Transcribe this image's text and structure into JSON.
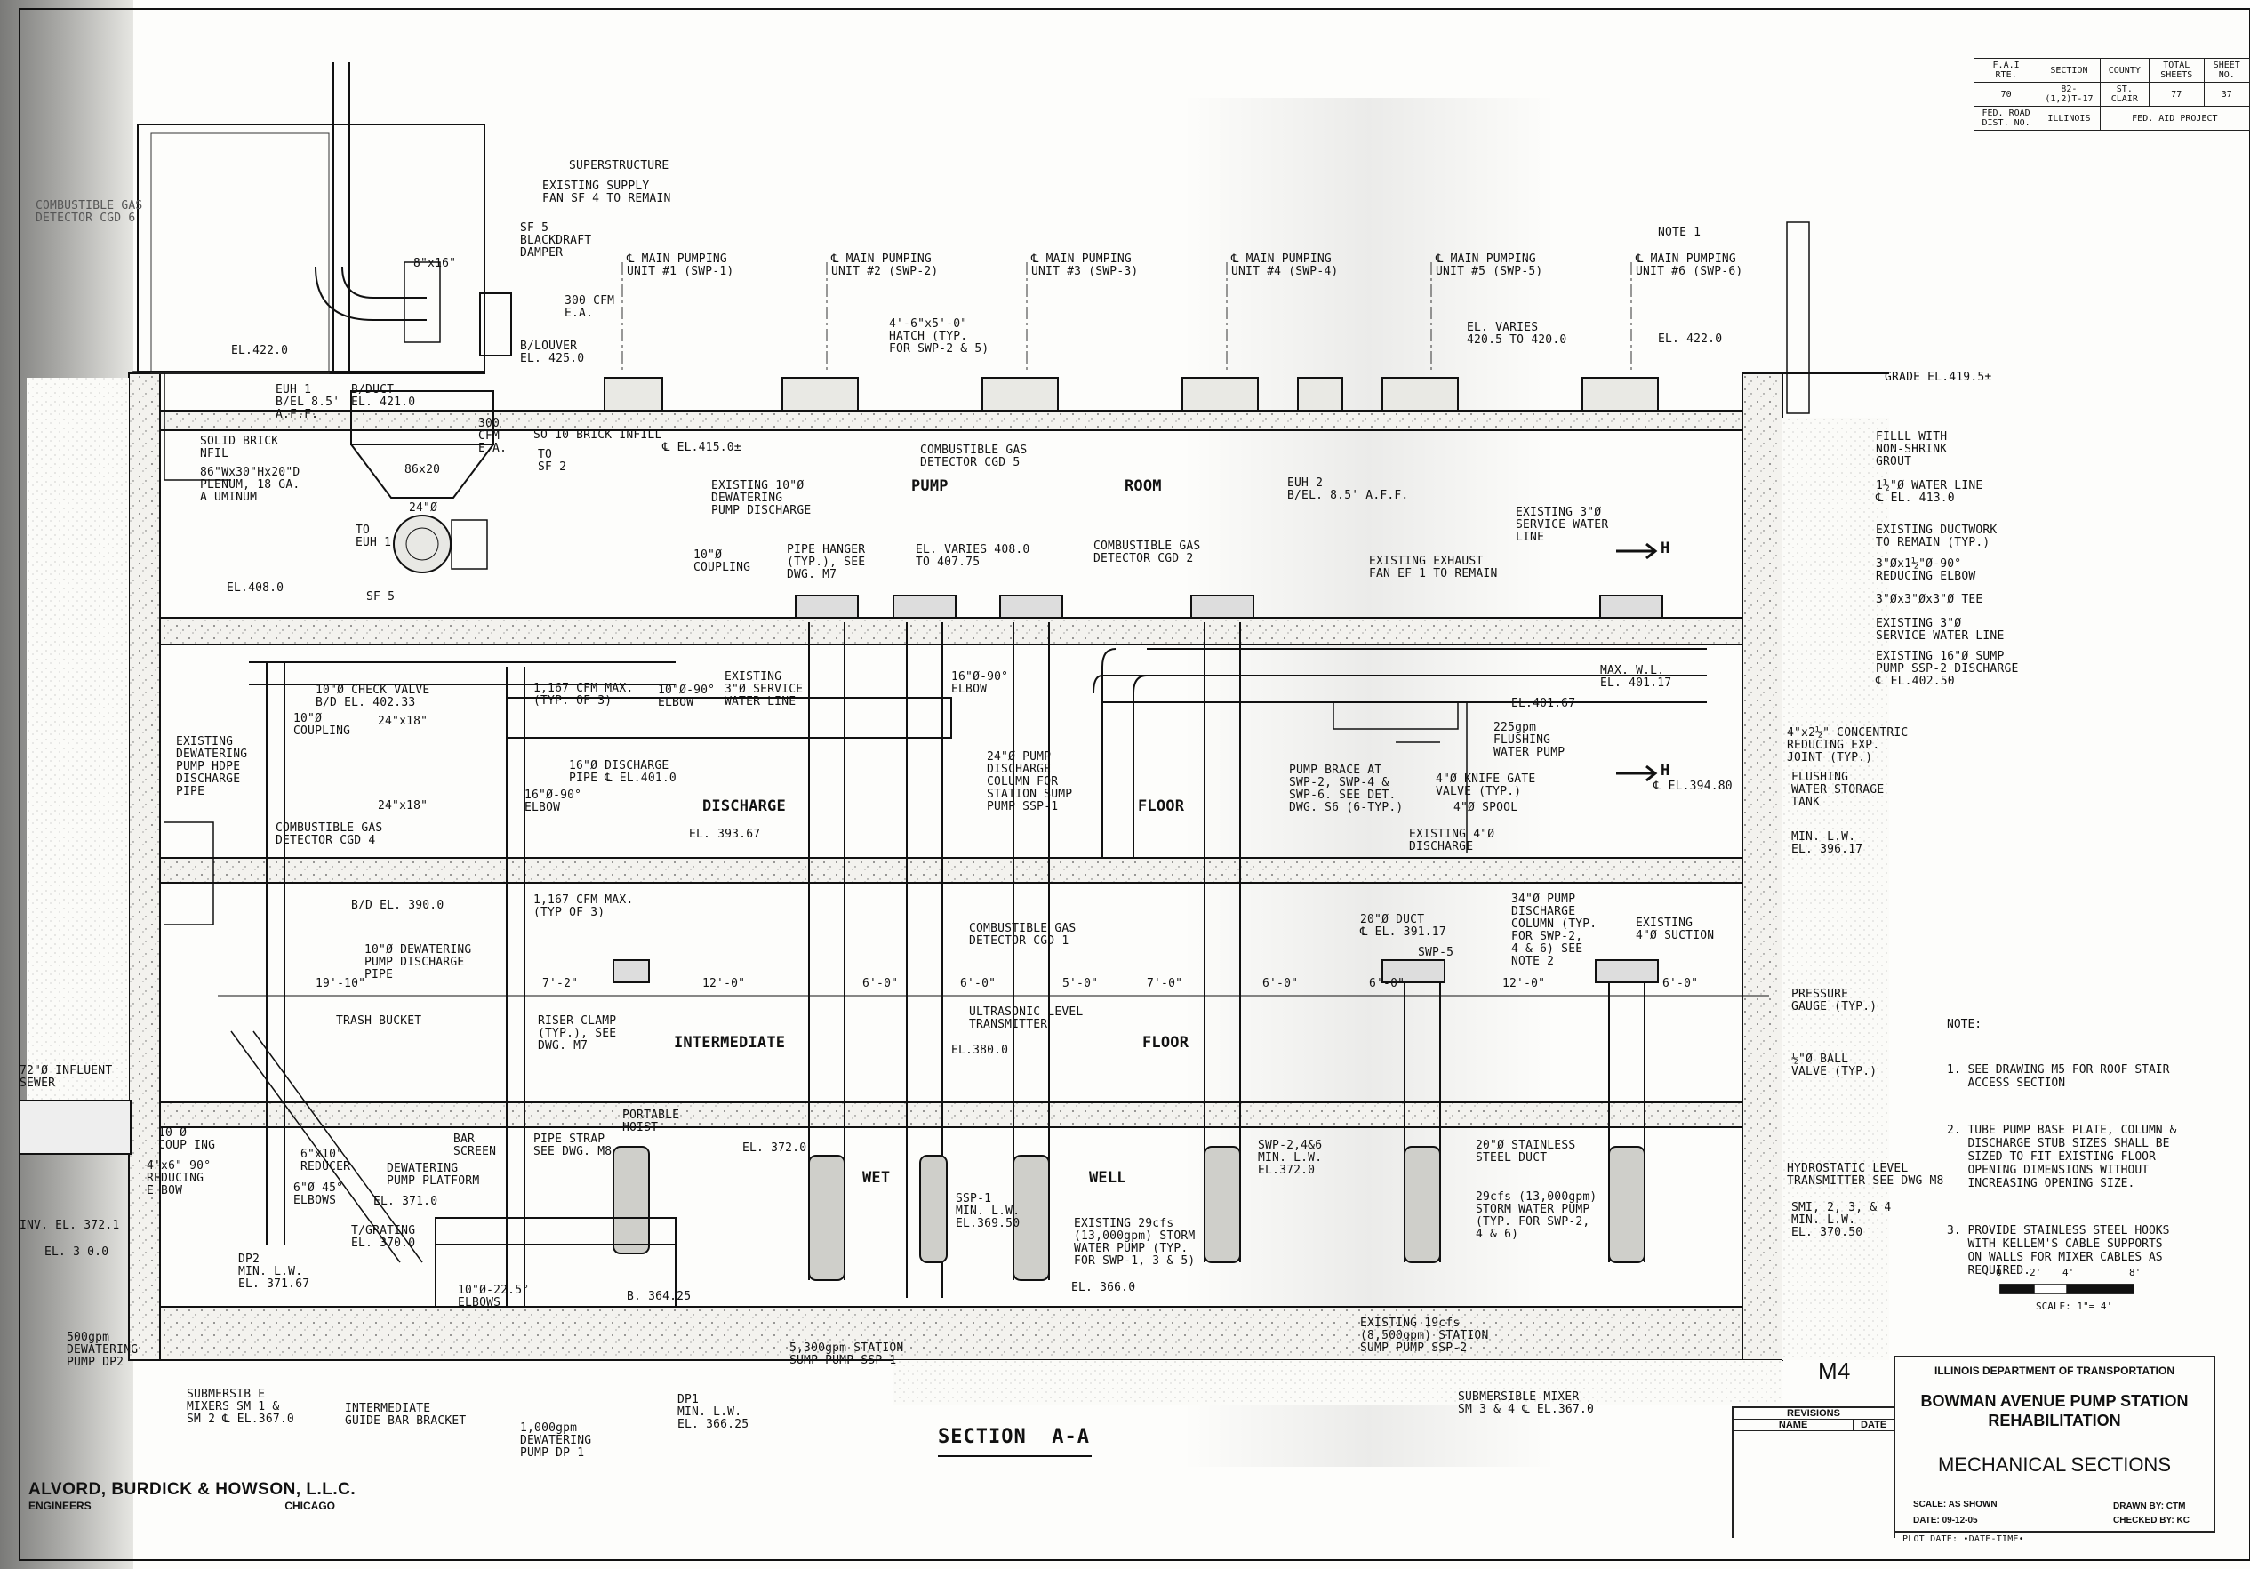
{
  "header": {
    "cols": [
      "F.A.I RTE.",
      "SECTION",
      "COUNTY",
      "TOTAL SHEETS",
      "SHEET NO."
    ],
    "vals": [
      "70",
      "82-(1,2)T-17",
      "ST. CLAIR",
      "77",
      "37"
    ],
    "foot": [
      "FED. ROAD DIST. NO.",
      "ILLINOIS",
      "FED. AID PROJECT"
    ]
  },
  "units": [
    "℄ MAIN PUMPING\nUNIT #1 (SWP-1)",
    "℄ MAIN PUMPING\nUNIT #2 (SWP-2)",
    "℄ MAIN PUMPING\nUNIT #3 (SWP-3)",
    "℄ MAIN PUMPING\nUNIT #4 (SWP-4)",
    "℄ MAIN PUMPING\nUNIT #5 (SWP-5)",
    "℄ MAIN PUMPING\nUNIT #6 (SWP-6)"
  ],
  "rooms": {
    "pump": "PUMP",
    "room": "ROOM",
    "discharge": "DISCHARGE",
    "floor1": "FLOOR",
    "intermediate": "INTERMEDIATE",
    "floor2": "FLOOR",
    "wet": "WET",
    "well": "WELL"
  },
  "dims": [
    "19'-10\"",
    "7'-2\"",
    "12'-0\"",
    "6'-0\"",
    "6'-0\"",
    "5'-0\"",
    "7'-0\"",
    "6'-0\"",
    "6'-0\"",
    "12'-0\"",
    "6'-0\""
  ],
  "callouts": {
    "superstructure": "SUPERSTRUCTURE",
    "supply_fan": "EXISTING SUPPLY\nFAN SF 4 TO REMAIN",
    "sf5": "SF 5\nBLACKDRAFT\nDAMPER",
    "duct8x16": "8\"x16\"",
    "cfm300": "300 CFM\nE.A.",
    "louver": "B/LOUVER\nEL. 425.0",
    "gas_cgd6": "COMBUSTIBLE GAS\nDETECTOR CGD 6",
    "el422a": "EL.422.0",
    "euh1": "EUH 1\nB/EL 8.5'\nA.F.F.",
    "bduct": "B/DUCT\nEL. 421.0",
    "brick": "SOLID BRICK\nNFIL",
    "plenum": "86\"Wx30\"Hx20\"D\nPLENUM, 18 GA.\nA UMINUM",
    "sqft10": "SO 10 BRICK INFILL",
    "tosf2": "TO\nSF 2",
    "cfm300b": "300\nCFM\nE.A.",
    "p86x20": "86x20",
    "p24": "24\"Ø",
    "toeuh1": "TO\nEUH 1",
    "el408": "EL.408.0",
    "sf5b": "SF 5",
    "hatch": "4'-6\"x5'-0\"\nHATCH (TYP.\nFOR SWP-2 & 5)",
    "el415": "℄ EL.415.0±",
    "gas_cgd5": "COMBUSTIBLE GAS\nDETECTOR CGD 5",
    "dewater10": "EXISTING 10\"Ø\nDEWATERING\nPUMP DISCHARGE",
    "coupling10": "10\"Ø\nCOUPLING",
    "hanger": "PIPE HANGER\n(TYP.), SEE\nDWG. M7",
    "elvaries408": "EL. VARIES 408.0\nTO 407.75",
    "gas_cgd2": "COMBUSTIBLE GAS\nDETECTOR CGD 2",
    "euh2": "EUH 2\nB/EL. 8.5' A.F.F.",
    "elvaries420": "EL. VARIES\n420.5 TO 420.0",
    "note1": "NOTE 1",
    "el422b": "EL. 422.0",
    "grade": "GRADE EL.419.5±",
    "grout": "FILLL WITH\nNON-SHRINK\nGROUT",
    "waterline": "1½\"Ø WATER LINE\n℄ EL. 413.0",
    "ductwork": "EXISTING DUCTWORK\nTO REMAIN (TYP.)",
    "reducing": "3\"Øx1½\"Ø-90°\nREDUCING ELBOW",
    "tee": "3\"Øx3\"Øx3\"Ø TEE",
    "svc3": "EXISTING 3\"Ø\nSERVICE WATER LINE",
    "sump16": "EXISTING 16\"Ø SUMP\nPUMP SSP-2 DISCHARGE\n℄ EL.402.50",
    "svc3b": "EXISTING 3\"Ø\nSERVICE WATER\nLINE",
    "exhaust": "EXISTING EXHAUST\nFAN EF 1 TO REMAIN",
    "checkvalve": "10\"Ø CHECK VALVE\nB/D EL. 402.33",
    "cfm1167": "1,167 CFM MAX.\n(TYP. OF 3)",
    "elbow10": "10\"Ø-90°\nELBOW",
    "svc3c": "EXISTING\n3\"Ø SERVICE\nWATER LINE",
    "elbow16": "16\"Ø-90°\nELBOW",
    "maxwl": "MAX. W.L.\nEL. 401.17",
    "el40167": "EL.401.67",
    "coupling10b": "10\"Ø\nCOUPLING",
    "d24x18": "24\"x18\"",
    "hdpe": "EXISTING\nDEWATERING\nPUMP HDPE\nDISCHARGE\nPIPE",
    "dis16": "16\"Ø DISCHARGE\nPIPE ℄ EL.401.0",
    "elbow16b": "16\"Ø-90°\nELBOW",
    "d24x18b": "24\"x18\"",
    "col24": "24\"Ø PUMP\nDISCHARGE\nCOLUMN FOR\nSTATION SUMP\nPUMP SSP-1",
    "brace": "PUMP BRACE AT\nSWP-2, SWP-4 &\nSWP-6. SEE DET.\nDWG. S6 (6-TYP.)",
    "flushpump": "225gpm\nFLUSHING\nWATER PUMP",
    "knifegate": "4\"Ø KNIFE GATE\nVALVE (TYP.)",
    "spool": "4\"Ø SPOOL",
    "concentric": "4\"x2½\" CONCENTRIC\nREDUCING EXP.\nJOINT (TYP.)",
    "el39480": "℄ EL.394.80",
    "flushtank": "FLUSHING\nWATER STORAGE\nTANK",
    "minlw396": "MIN. L.W.\nEL. 396.17",
    "exist4": "EXISTING 4\"Ø\nDISCHARGE",
    "el39367": "EL. 393.67",
    "gas_cgd4": "COMBUSTIBLE GAS\nDETECTOR CGD 4",
    "bd390": "B/D EL. 390.0",
    "cfm1167b": "1,167 CFM MAX.\n(TYP OF 3)",
    "gas_cgd1": "COMBUSTIBLE GAS\nDETECTOR CGD 1",
    "duct20": "20\"Ø DUCT\n℄ EL. 391.17",
    "col34": "34\"Ø PUMP\nDISCHARGE\nCOLUMN (TYP.\nFOR SWP-2,\n4 & 6) SEE\nNOTE 2",
    "suction4": "EXISTING\n4\"Ø SUCTION",
    "swp5": "SWP-5",
    "dewater10b": "10\"Ø DEWATERING\nPUMP DISCHARGE\nPIPE",
    "trash": "TRASH BUCKET",
    "riser": "RISER CLAMP\n(TYP.), SEE\nDWG. M7",
    "ultrasonic": "ULTRASONIC LEVEL\nTRANSMITTER",
    "el380": "EL.380.0",
    "pressure": "PRESSURE\nGAUGE (TYP.)",
    "ball": "½\"Ø BALL\nVALVE (TYP.)",
    "influent": "72\"Ø INFLUENT\nSEWER",
    "coupling10c": "10 Ø\nCOUP ING",
    "reducing4": "4'x6\" 90°\nREDUCING\nE BOW",
    "reducer6": "6\"x10\"\nREDUCER",
    "elbows6": "6\"Ø 45°\nELBOWS",
    "bar": "BAR\nSCREEN",
    "platform": "DEWATERING\nPUMP PLATFORM",
    "pipestrap": "PIPE STRAP\nSEE DWG. M8",
    "hoist": "PORTABLE\nHOIST",
    "el372": "EL. 372.0",
    "el371": "EL. 371.0",
    "grating": "T/GRATING\nEL. 370.0",
    "inv": "INV. EL. 372.1",
    "el3": "EL. 3 0.0",
    "dp2": "DP2\nMIN. L.W.\nEL. 371.67",
    "dewater500": "500gpm\nDEWATERING\nPUMP DP2",
    "elbows10": "10\"Ø-22.5°\nELBOWS",
    "b36425": "B. 364.25",
    "ssp1": "SSP-1\nMIN. L.W.\nEL.369.50",
    "storm29": "EXISTING 29cfs\n(13,000gpm) STORM\nWATER PUMP (TYP.\nFOR SWP-1, 3 & 5)",
    "el366": "EL. 366.0",
    "swp2": "SWP-2,4&6\nMIN. L.W.\nEL.372.0",
    "duct20b": "20\"Ø STAINLESS\nSTEEL DUCT",
    "storm29b": "29cfs (13,000gpm)\nSTORM WATER PUMP\n(TYP. FOR SWP-2,\n4 & 6)",
    "hydro": "HYDROSTATIC LEVEL\nTRANSMITTER SEE DWG M8",
    "smi": "SMI, 2, 3, & 4\nMIN. L.W.\nEL. 370.50",
    "ssp2": "EXISTING 19cfs\n(8,500gpm) STATION\nSUMP PUMP SSP-2",
    "ssp1b": "5,300gpm STATION\nSUMP PUMP SSP-1",
    "mixers": "SUBMERSIB E\nMIXERS SM 1 &\nSM 2 ℄ EL.367.0",
    "guidebar": "INTERMEDIATE\nGUIDE BAR BRACKET",
    "dp1": "DP1\nMIN. L.W.\nEL. 366.25",
    "dewater1000": "1,000gpm\nDEWATERING\nPUMP DP 1",
    "mixer34": "SUBMERSIBLE MIXER\nSM 3 & 4 ℄ EL.367.0",
    "h1": "H",
    "h2": "H"
  },
  "section_title": "SECTION  A-A",
  "notes": {
    "title": "NOTE:",
    "items": [
      "1. SEE DRAWING M5 FOR ROOF STAIR\n   ACCESS SECTION",
      "2. TUBE PUMP BASE PLATE, COLUMN &\n   DISCHARGE STUB SIZES SHALL BE\n   SIZED TO FIT EXISTING FLOOR\n   OPENING DIMENSIONS WITHOUT\n   INCREASING OPENING SIZE.",
      "3. PROVIDE STAINLESS STEEL HOOKS\n   WITH KELLEM'S CABLE SUPPORTS\n   ON WALLS FOR MIXER CABLES AS\n   REQUIRED."
    ]
  },
  "scale": {
    "ticks": [
      "0'",
      "2'",
      "4'",
      "8'"
    ],
    "label": "SCALE: 1\"= 4'"
  },
  "sheet_id": "M4",
  "revisions": {
    "title": "REVISIONS",
    "name": "NAME",
    "date": "DATE"
  },
  "title_block": {
    "agency": "ILLINOIS DEPARTMENT OF TRANSPORTATION",
    "project": "BOWMAN AVENUE PUMP STATION\nREHABILITATION",
    "sheet_title": "MECHANICAL SECTIONS",
    "scale": "SCALE: AS SHOWN",
    "date": "DATE: 09-12-05",
    "drawn": "DRAWN BY: CTM",
    "checked": "CHECKED BY: KC",
    "plot": "PLOT DATE: •DATE-TIME•"
  },
  "firm": {
    "name": "ALVORD, BURDICK & HOWSON, L.L.C.",
    "sub": "ENGINEERS",
    "city": "CHICAGO"
  }
}
